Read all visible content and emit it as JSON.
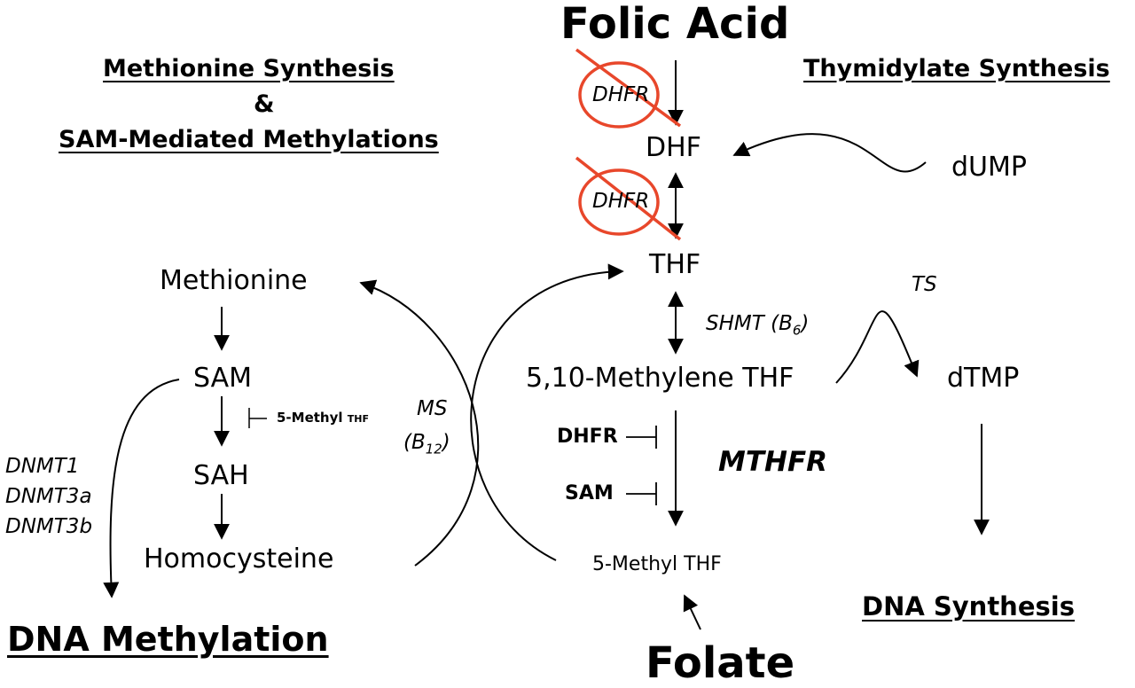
{
  "titles": {
    "folic_acid": "Folic Acid",
    "folate": "Folate",
    "dna_methylation": "DNA Methylation",
    "dna_synthesis": "DNA Synthesis"
  },
  "headings": {
    "methionine_synthesis": "Methionine Synthesis",
    "ampersand": "&",
    "sam_mediated": "SAM-Mediated Methylations",
    "thymidylate_synthesis": "Thymidylate Synthesis"
  },
  "nodes": {
    "dhf": "DHF",
    "thf": "THF",
    "methylene_thf": "5,10-Methylene THF",
    "methyl_thf": "5-Methyl THF",
    "dump": "dUMP",
    "dtmp": "dTMP",
    "methionine": "Methionine",
    "sam": "SAM",
    "sah": "SAH",
    "homocysteine": "Homocysteine"
  },
  "enzymes": {
    "dhfr_upper": "DHFR",
    "dhfr_lower": "DHFR",
    "shmt": "SHMT (B",
    "shmt_sub": "6",
    "shmt_close": ")",
    "ts": "TS",
    "mthfr": "MTHFR",
    "ms": "MS",
    "ms_b_open": "(B",
    "ms_b_sub": "12",
    "ms_b_close": ")",
    "dnmt1": "DNMT1",
    "dnmt3a": "DNMT3a",
    "dnmt3b": "DNMT3b"
  },
  "inhibitors": {
    "dhfr": "DHFR",
    "sam": "SAM",
    "methyl_thf": "5-Methyl",
    "methyl_thf_small": "THF"
  },
  "colors": {
    "inhibition_mark": "#e8472b",
    "ink": "#000000"
  }
}
